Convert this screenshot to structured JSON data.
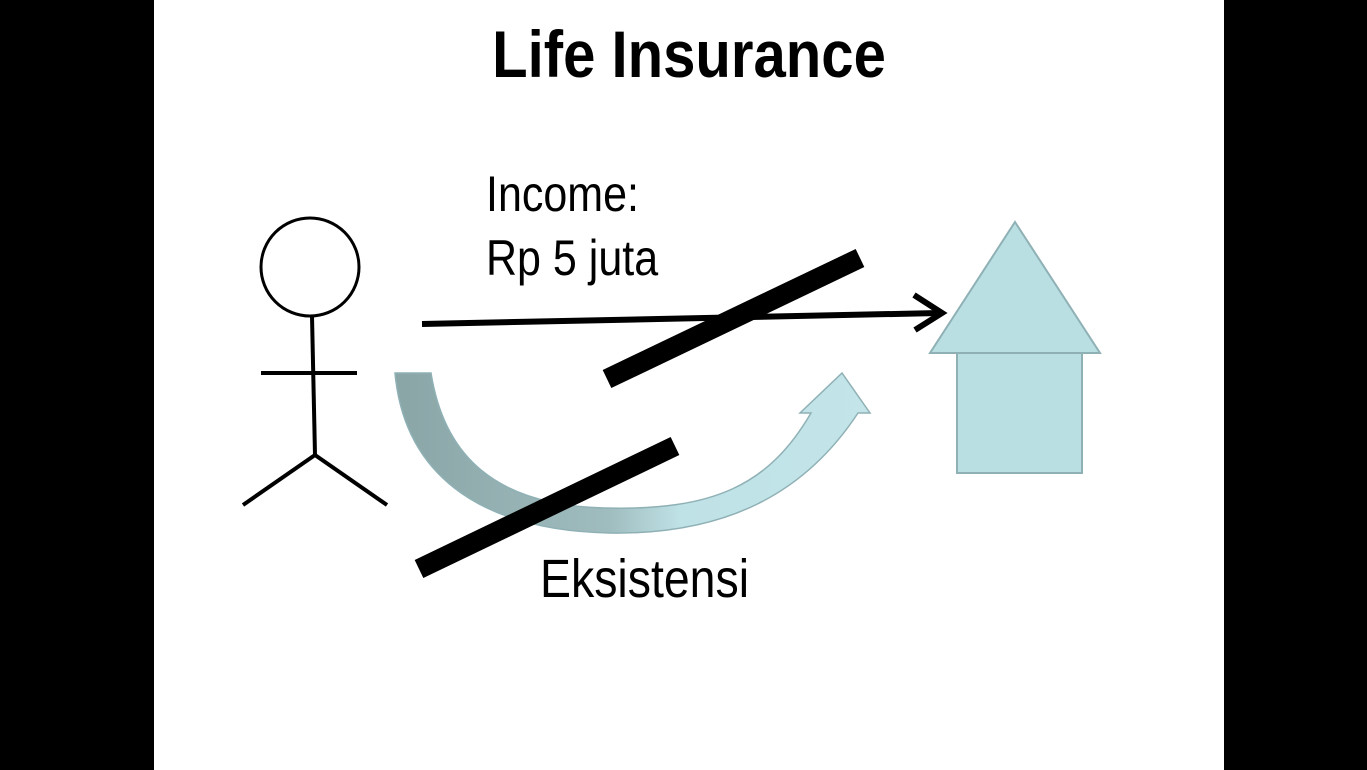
{
  "slide": {
    "title": "Life Insurance",
    "income_line1": "Income:",
    "income_line2": "Rp 5 juta",
    "existence_label": "Eksistensi"
  },
  "colors": {
    "letterbox": "#000000",
    "slide_background": "#ffffff",
    "house_fill": "#b9dfe3",
    "house_stroke": "#8fb1b5",
    "curved_arrow_dark": "#8fabab",
    "curved_arrow_light": "#bfe2e6",
    "ink": "#000000"
  }
}
